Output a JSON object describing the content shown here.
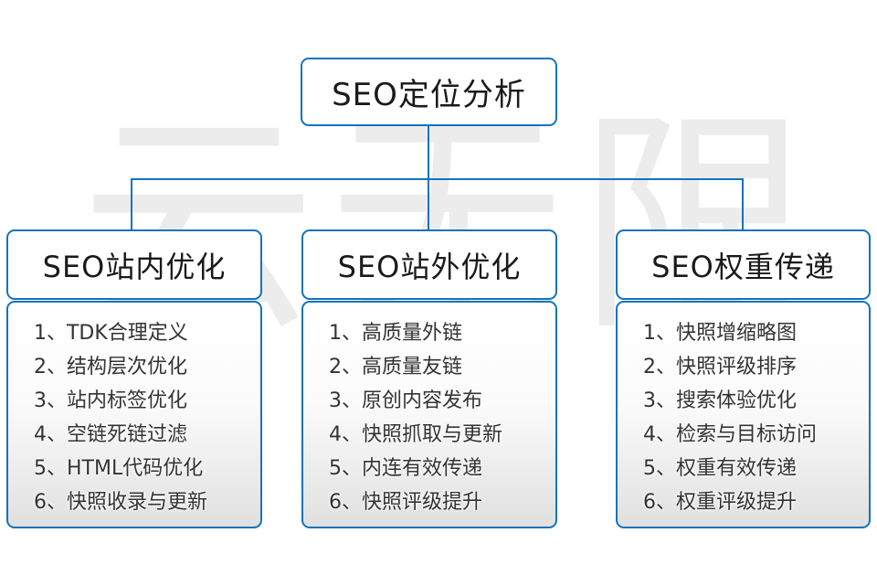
{
  "colors": {
    "accent_blue": "#1373bd",
    "list_gradient_bottom": "#e0e0e0",
    "watermark_gray": "#ececec",
    "text_dark": "#1a1a1a",
    "list_text": "#333333"
  },
  "watermark": "云无限",
  "root": {
    "title": "SEO定位分析"
  },
  "branches": [
    {
      "id": "onsite",
      "title": "SEO站内优化",
      "items": [
        "1、TDK合理定义",
        "2、结构层次优化",
        "3、站内标签优化",
        "4、空链死链过滤",
        "5、HTML代码优化",
        "6、快照收录与更新"
      ]
    },
    {
      "id": "offsite",
      "title": "SEO站外优化",
      "items": [
        "1、高质量外链",
        "2、高质量友链",
        "3、原创内容发布",
        "4、快照抓取与更新",
        "5、内连有效传递",
        "6、快照评级提升"
      ]
    },
    {
      "id": "weight",
      "title": "SEO权重传递",
      "items": [
        "1、快照增缩略图",
        "2、快照评级排序",
        "3、搜索体验优化",
        "4、检索与目标访问",
        "5、权重有效传递",
        "6、权重评级提升"
      ]
    }
  ]
}
